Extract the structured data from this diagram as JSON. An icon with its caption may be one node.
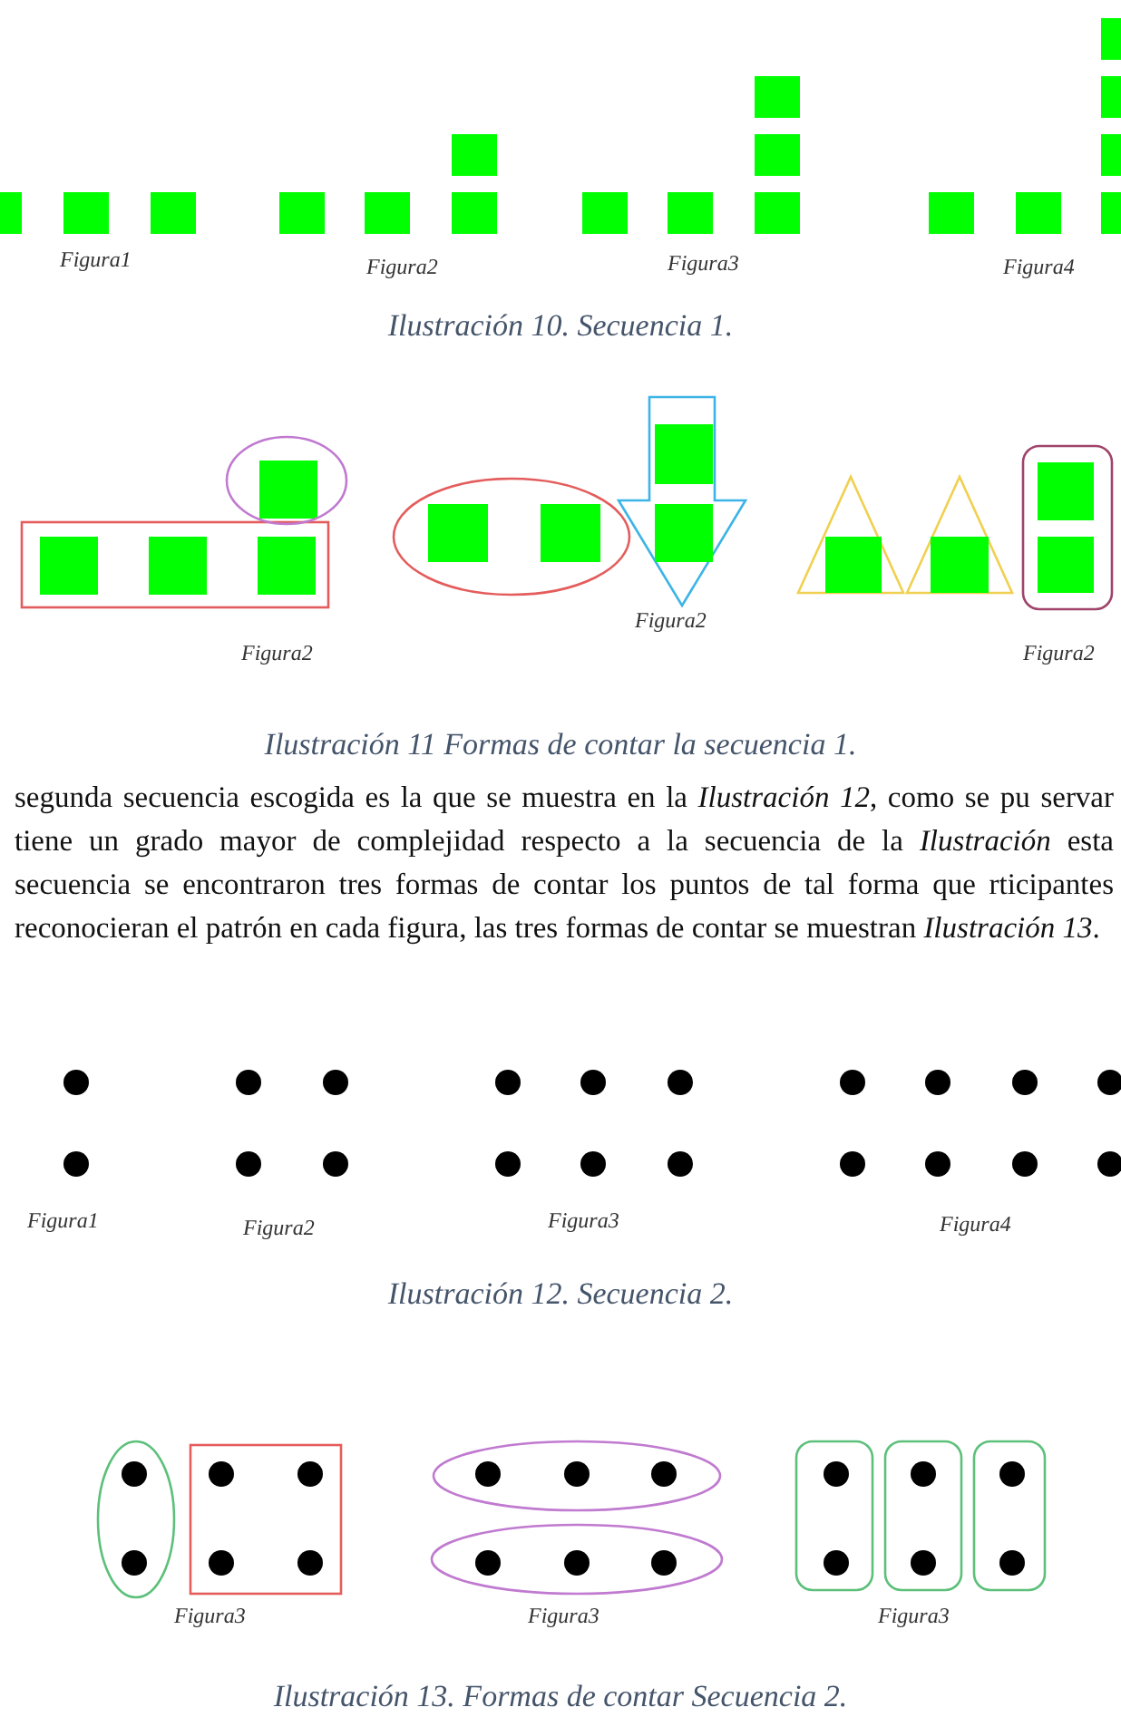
{
  "diagram": {
    "labels": [
      "Figura1",
      "Figura2",
      "Figura3",
      "Figura4",
      "Ilustración 10. Secuencia 1.",
      "Figura2",
      "Figura2",
      "Figura2",
      "Ilustración 11 Formas de contar la secuencia 1.",
      "segunda secuencia escogida es la que se muestra en la *Ilustración 12*, como se pu servar tiene un grado mayor de complejidad respecto a la secuencia de la *Ilustración* esta secuencia se encontraron tres formas de contar los puntos de tal forma que rticipantes reconocieran el patrón en cada figura, las tres formas de contar se muestran *Ilustración 13*.",
      "Figura1",
      "Figura2",
      "Figura3",
      "Figura4",
      "Ilustración 12. Secuencia 2.",
      "Figura3",
      "Figura3",
      "Figura3",
      "Ilustración 13. Formas de contar Secuencia 2."
    ]
  }
}
